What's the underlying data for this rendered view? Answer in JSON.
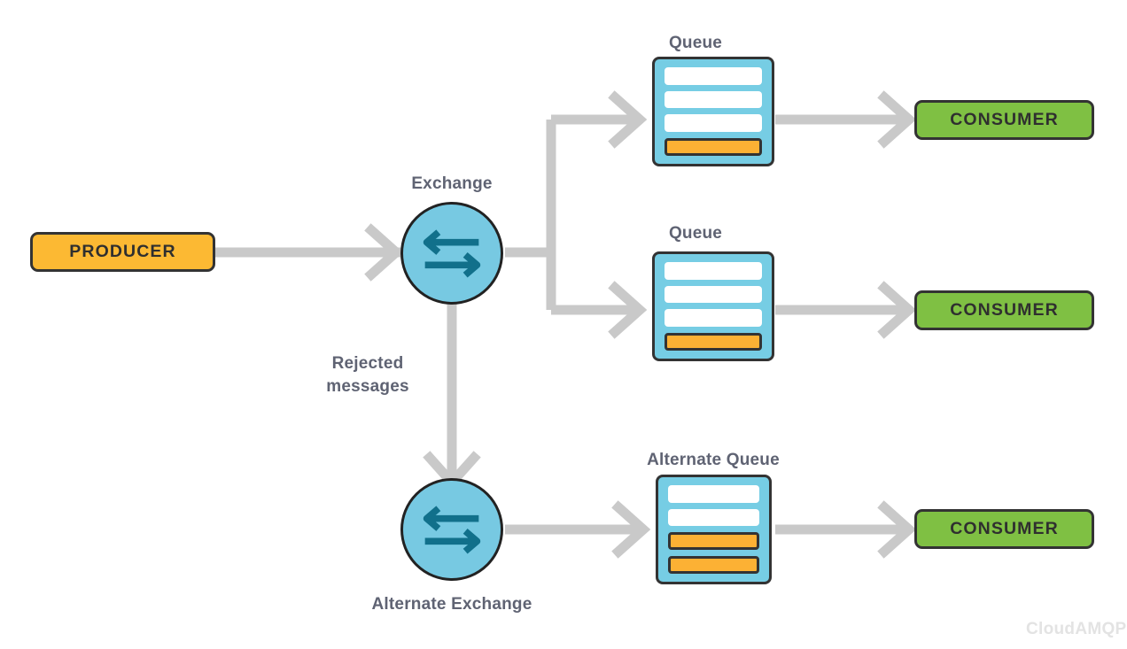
{
  "diagram": {
    "title": "RabbitMQ Alternate Exchange flow",
    "colors": {
      "background": "#ffffff",
      "producer_fill": "#fcb933",
      "consumer_fill": "#7fc043",
      "queue_fill": "#76cde4",
      "exchange_fill": "#77c9e2",
      "exchange_arrow": "#11708b",
      "outline": "#333333",
      "connector": "#c9c9c9",
      "label_text": "#5f6373",
      "message_orange": "#fcb134",
      "message_white": "#ffffff",
      "watermark": "#e3e3e3"
    }
  },
  "nodes": {
    "producer": {
      "label": "PRODUCER"
    },
    "exchange": {
      "label": "Exchange",
      "icon": "bidirectional-arrows-icon"
    },
    "alternate_exchange": {
      "label": "Alternate Exchange",
      "icon": "bidirectional-arrows-icon"
    },
    "queue_top": {
      "label": "Queue",
      "messages": [
        "white",
        "white",
        "white",
        "orange"
      ]
    },
    "queue_middle": {
      "label": "Queue",
      "messages": [
        "white",
        "white",
        "white",
        "orange"
      ]
    },
    "queue_alternate": {
      "label": "Alternate Queue",
      "messages": [
        "white",
        "white",
        "orange",
        "orange"
      ]
    },
    "consumer_top": {
      "label": "CONSUMER"
    },
    "consumer_middle": {
      "label": "CONSUMER"
    },
    "consumer_bottom": {
      "label": "CONSUMER"
    }
  },
  "edges": {
    "rejected": {
      "label": "Rejected\nmessages"
    }
  },
  "watermark": {
    "text": "CloudAMQP"
  }
}
